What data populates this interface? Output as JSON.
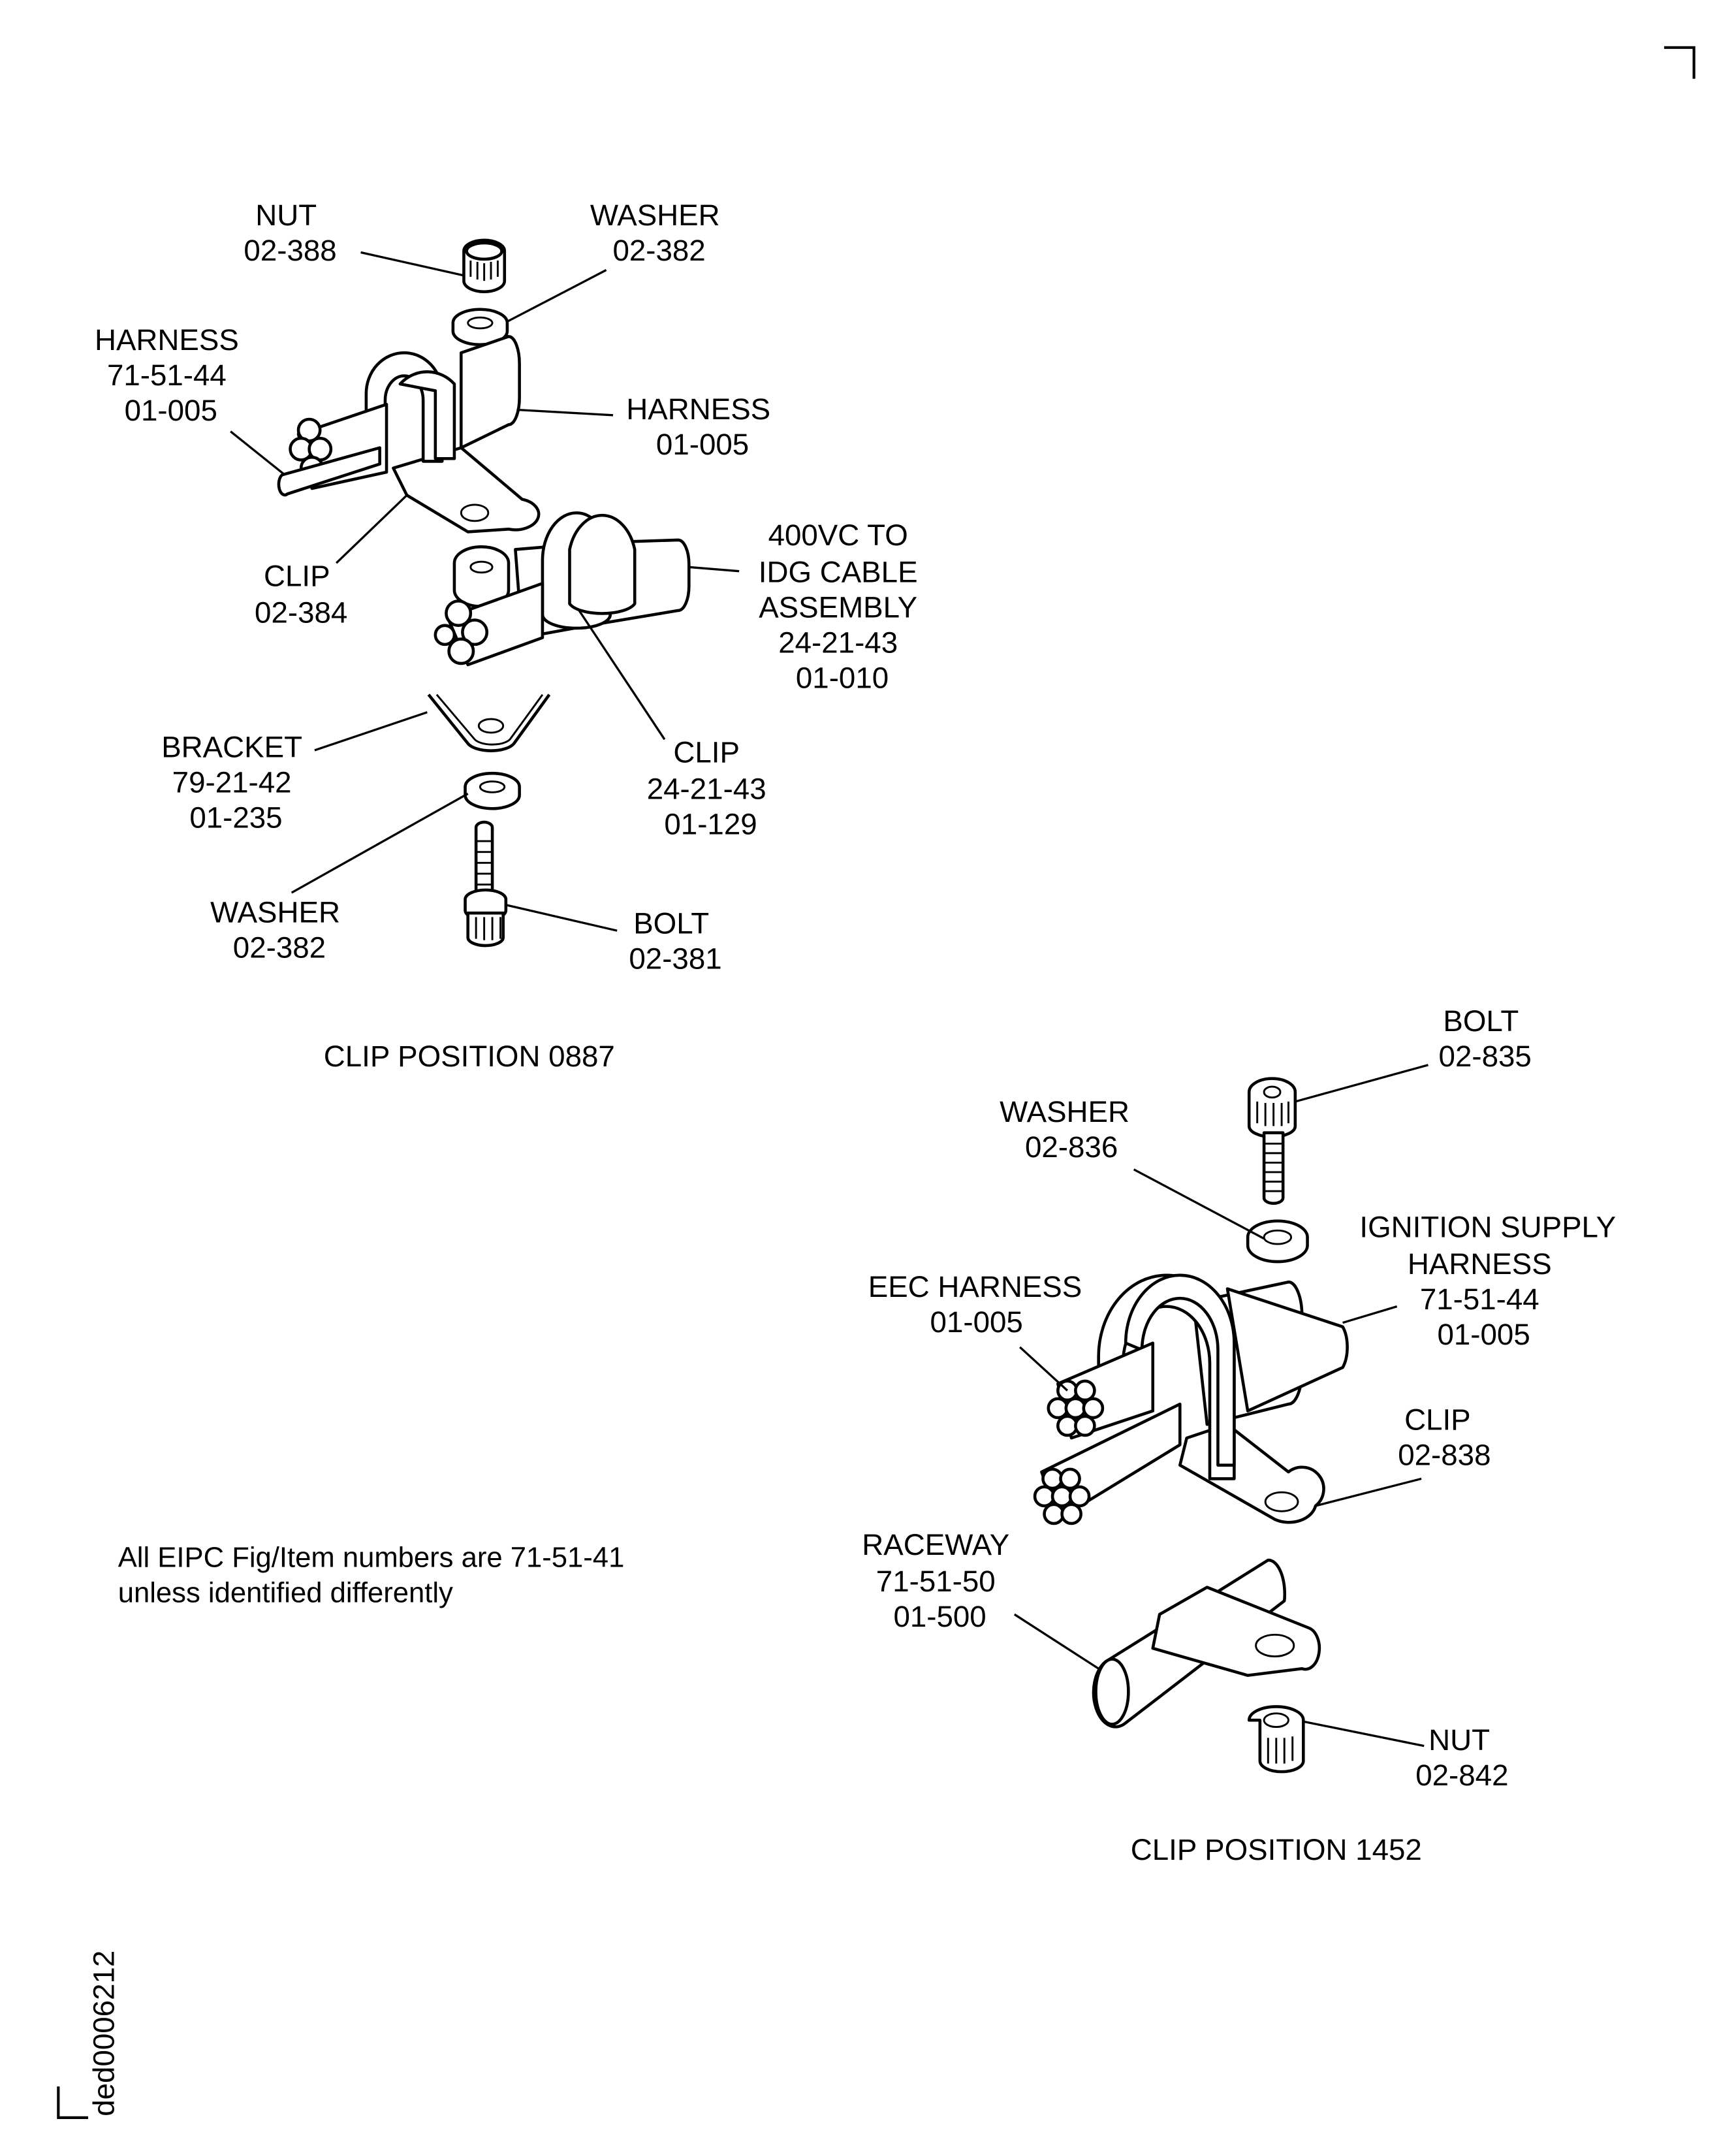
{
  "document_id": "ded0006212",
  "figures": [
    {
      "caption": "CLIP POSITION 0887",
      "callouts": [
        {
          "name": "nut",
          "lines": [
            "NUT",
            "02-388"
          ]
        },
        {
          "name": "washer-top",
          "lines": [
            "WASHER",
            "02-382"
          ]
        },
        {
          "name": "harness-left",
          "lines": [
            "HARNESS",
            "71-51-44",
            "01-005"
          ]
        },
        {
          "name": "harness-right",
          "lines": [
            "HARNESS",
            "01-005"
          ]
        },
        {
          "name": "clip-upper",
          "lines": [
            "CLIP",
            "02-384"
          ]
        },
        {
          "name": "cable-assembly",
          "lines": [
            "400VC TO",
            "IDG CABLE",
            "ASSEMBLY",
            "24-21-43",
            "01-010"
          ]
        },
        {
          "name": "bracket",
          "lines": [
            "BRACKET",
            "79-21-42",
            "01-235"
          ]
        },
        {
          "name": "clip-lower",
          "lines": [
            "CLIP",
            "24-21-43",
            "01-129"
          ]
        },
        {
          "name": "washer-bottom",
          "lines": [
            "WASHER",
            "02-382"
          ]
        },
        {
          "name": "bolt",
          "lines": [
            "BOLT",
            "02-381"
          ]
        }
      ]
    },
    {
      "caption": "CLIP POSITION 1452",
      "callouts": [
        {
          "name": "bolt",
          "lines": [
            "BOLT",
            "02-835"
          ]
        },
        {
          "name": "washer",
          "lines": [
            "WASHER",
            "02-836"
          ]
        },
        {
          "name": "ignition-harness",
          "lines": [
            "IGNITION SUPPLY",
            "HARNESS",
            "71-51-44",
            "01-005"
          ]
        },
        {
          "name": "eec-harness",
          "lines": [
            "EEC HARNESS",
            "01-005"
          ]
        },
        {
          "name": "clip",
          "lines": [
            "CLIP",
            "02-838"
          ]
        },
        {
          "name": "raceway",
          "lines": [
            "RACEWAY",
            "71-51-50",
            "01-500"
          ]
        },
        {
          "name": "nut",
          "lines": [
            "NUT",
            "02-842"
          ]
        }
      ]
    }
  ],
  "note": [
    "All EIPC Fig/Item numbers are 71-51-41",
    "unless identified differently"
  ]
}
